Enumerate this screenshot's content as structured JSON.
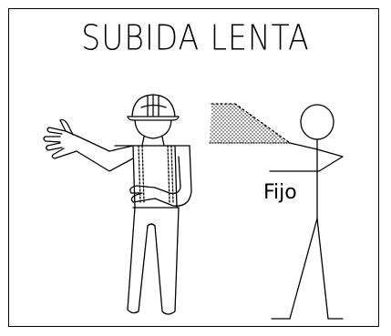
{
  "sign": {
    "title": "SUBIDA LENTA",
    "target_label": "Fijo"
  },
  "colors": {
    "stroke": "#000000",
    "background": "#ffffff",
    "shading": "#000000"
  },
  "icons": {
    "worker": "hard-hat-worker-figure",
    "stick_figure": "stick-figure-person",
    "light_cone": "dotted-light-beam"
  }
}
